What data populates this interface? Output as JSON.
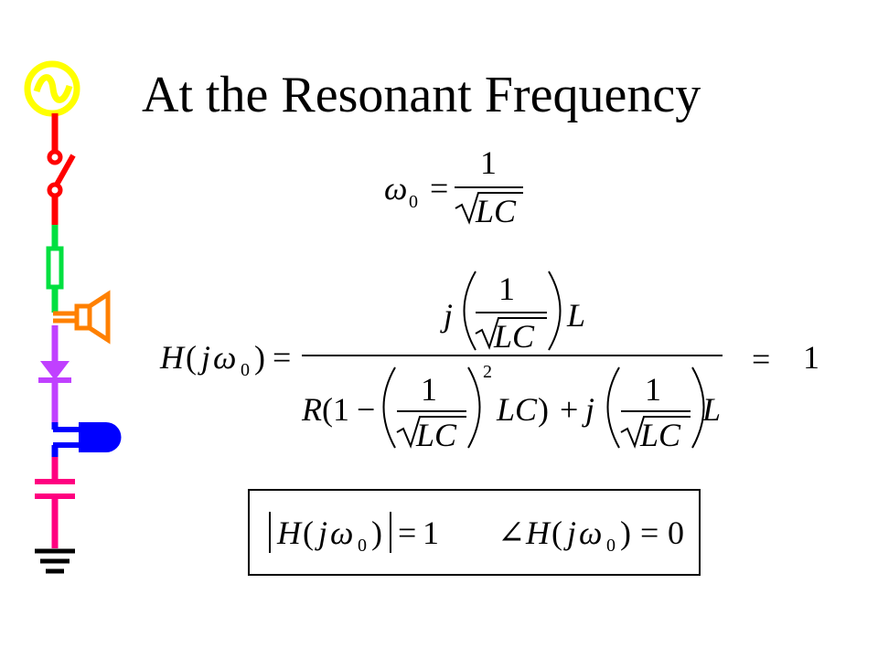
{
  "slide": {
    "title": "At the Resonant Frequency"
  },
  "sidebar": {
    "icons": [
      "ac-source-icon",
      "switch-icon",
      "resistor-icon",
      "speaker-icon",
      "diode-icon",
      "led-icon",
      "capacitor-icon",
      "ground-icon"
    ],
    "colors": {
      "source": "#ffff00",
      "switch": "#ff0000",
      "resistor": "#00e040",
      "speaker": "#ff8000",
      "diode": "#c040ff",
      "led": "#0000ff",
      "capacitor": "#ff0080",
      "ground": "#000000"
    }
  },
  "equations": {
    "omega0": {
      "lhs": "ω",
      "lhs_sub": "0",
      "eq": "=",
      "numerator": "1",
      "radicand": "LC"
    },
    "transfer": {
      "lhs_H": "H",
      "lhs_open": "(",
      "lhs_j": "j",
      "lhs_omega": "ω",
      "lhs_sub": "0",
      "lhs_close": ")",
      "eq": "=",
      "num_j": "j",
      "num_one": "1",
      "num_LC": "LC",
      "num_L": "L",
      "den_R": "R",
      "den_open": "(1",
      "den_minus": "−",
      "den_one_a": "1",
      "den_LC_a": "LC",
      "den_exp": "2",
      "den_LC_b": "LC",
      "den_close": ")",
      "den_plus": "+",
      "den_j": "j",
      "den_one_b": "1",
      "den_LC_c": "LC",
      "den_L": "L",
      "result_eq": "=",
      "result": "1"
    },
    "boxed": {
      "mag_H": "H",
      "mag_open": "(",
      "mag_j": "j",
      "mag_omega": "ω",
      "mag_sub": "0",
      "mag_close": ")",
      "mag_eq": "=",
      "mag_val": "1",
      "angle_sym": "∠",
      "ang_H": "H",
      "ang_open": "(",
      "ang_j": "j",
      "ang_omega": "ω",
      "ang_sub": "0",
      "ang_close": ")",
      "ang_eq": "=",
      "ang_val": "0"
    }
  }
}
